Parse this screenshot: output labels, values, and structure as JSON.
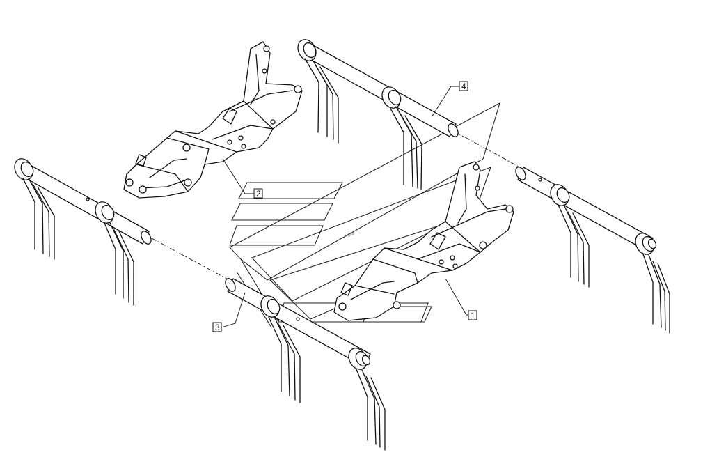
{
  "callouts": [
    {
      "label": "1"
    },
    {
      "label": "2"
    },
    {
      "label": "3"
    },
    {
      "label": "4"
    }
  ],
  "colors": {
    "line": "#111111",
    "background": "#ffffff"
  }
}
